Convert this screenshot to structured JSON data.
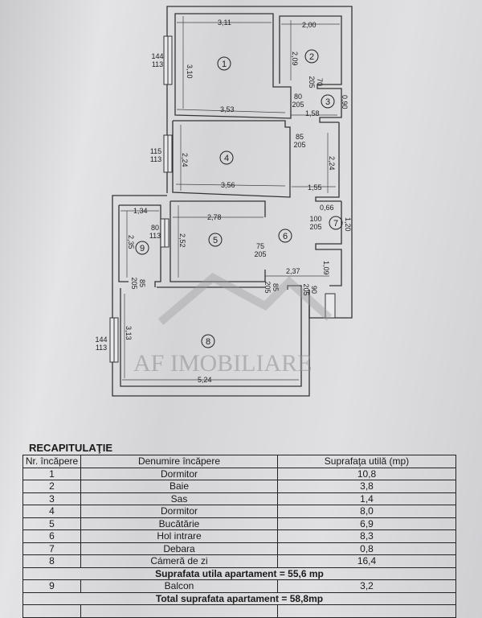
{
  "plan": {
    "rooms": [
      "1",
      "2",
      "3",
      "4",
      "5",
      "6",
      "7",
      "8",
      "9"
    ],
    "dims": {
      "r1_w": "3,11",
      "r1_h": "3,10",
      "r1_bottom": "3,53",
      "r2_w": "2,00",
      "r2_h": "2,09",
      "r3_w": "1,58",
      "r3_h": "0,90",
      "r4_w": "3,56",
      "r4_h": "2,24",
      "hall_h": "2,24",
      "hall_w": "1,55",
      "r5_w": "2,78",
      "r5_h": "2,52",
      "r7_w": "0,66",
      "r7_h": "1,20",
      "r7_low": "1,09",
      "r6_w": "2,37",
      "r9_w": "1,34",
      "r9_h": "2,35",
      "r8_w": "5,24",
      "r8_h": "3,13"
    },
    "openings": {
      "w1": [
        "144",
        "113"
      ],
      "w4": [
        "115",
        "113"
      ],
      "w9": [
        "80",
        "113"
      ],
      "w8": [
        "144",
        "113"
      ],
      "d2": [
        "70",
        "205"
      ],
      "d1": [
        "80",
        "205"
      ],
      "d4": [
        "85",
        "205"
      ],
      "d5": [
        "75",
        "205"
      ],
      "d7": [
        "100",
        "205"
      ],
      "d9": [
        "85",
        "205"
      ],
      "d8": [
        "85",
        "205"
      ],
      "dentry": [
        "90",
        "205"
      ]
    },
    "watermark": "AF IMOBILIARE"
  },
  "table": {
    "title": "RECAPITULAŢIE",
    "headers": [
      "Nr. încăpere",
      "Denumire încăpere",
      "Suprafaţa utilă (mp)"
    ],
    "rows": [
      [
        "1",
        "Dormitor",
        "10,8"
      ],
      [
        "2",
        "Baie",
        "3,8"
      ],
      [
        "3",
        "Sas",
        "1,4"
      ],
      [
        "4",
        "Dormitor",
        "8,0"
      ],
      [
        "5",
        "Bucătărie",
        "6,9"
      ],
      [
        "6",
        "Hol intrare",
        "8,3"
      ],
      [
        "7",
        "Debara",
        "0,8"
      ],
      [
        "8",
        "Cámeră de zi",
        "16,4"
      ]
    ],
    "subtotal": "Suprafata utila apartament = 55,6 mp",
    "balcony": [
      "9",
      "Balcon",
      "3,2"
    ],
    "total": "Total suprafata apartament = 58,8mp"
  }
}
